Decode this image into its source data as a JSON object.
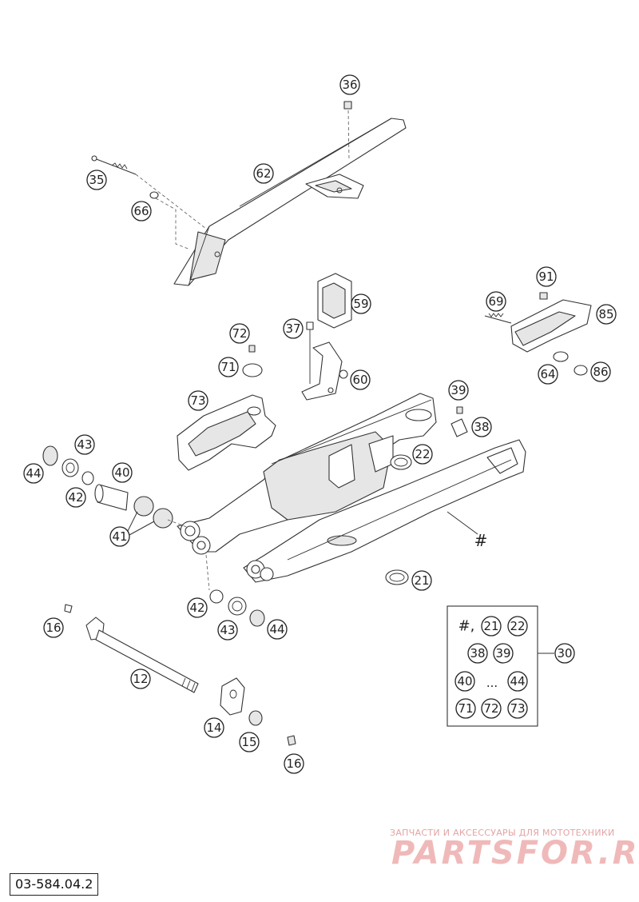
{
  "diagram": {
    "code": "03-584.04.2",
    "assembly_marker": "#",
    "kit_marker": "#,",
    "kit_range_sep": "...",
    "callouts": [
      "36",
      "62",
      "35",
      "66",
      "91",
      "59",
      "69",
      "85",
      "72",
      "37",
      "71",
      "60",
      "64",
      "86",
      "73",
      "39",
      "38",
      "43",
      "22",
      "44",
      "40",
      "42",
      "41",
      "21",
      "16",
      "42",
      "43",
      "44",
      "12",
      "14",
      "15",
      "16"
    ],
    "kit": {
      "id": "30",
      "members": [
        "21",
        "22",
        "38",
        "39",
        "40",
        "44",
        "71",
        "72",
        "73"
      ]
    }
  },
  "watermark": {
    "tagline": "ЗАПЧАСТИ И АКСЕССУАРЫ ДЛЯ МОТОТЕХНИКИ",
    "brand": "PARTSFOR.RU"
  }
}
